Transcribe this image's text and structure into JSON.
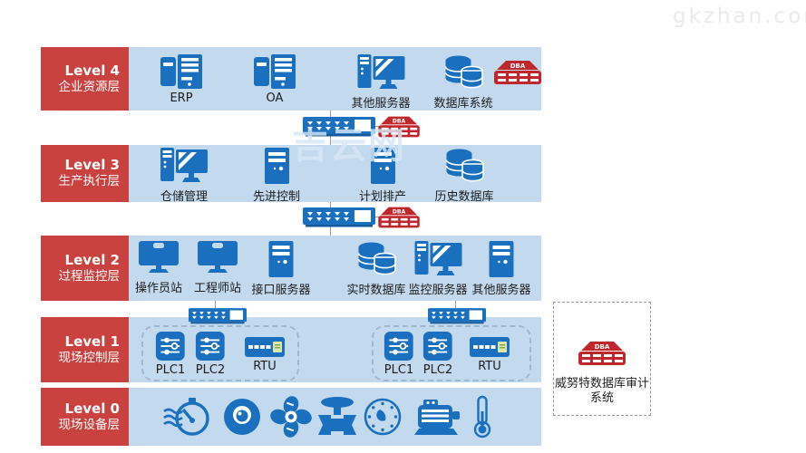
{
  "watermarks": {
    "top_right": "gkzhan.com",
    "center": "吉云网"
  },
  "colors": {
    "level_label_red": "#c9423f",
    "band_blue": "#c3d9ee",
    "icon_blue": "#1a70be",
    "dba_red": "#c0272d"
  },
  "dba_label": "DBA",
  "levels": [
    {
      "title": "Level 4",
      "subtitle": "企业资源层",
      "items": [
        {
          "label": "ERP",
          "icon": "server-pair-icon"
        },
        {
          "label": "OA",
          "icon": "server-pair-icon"
        },
        {
          "label": "其他服务器",
          "icon": "server-monitor-icon"
        },
        {
          "label": "数据库系统",
          "icon": "database-icon"
        },
        {
          "label": "",
          "icon": "dba-appliance-icon"
        }
      ]
    },
    {
      "title": "Level 3",
      "subtitle": "生产执行层",
      "items": [
        {
          "label": "仓储管理",
          "icon": "server-monitor-icon"
        },
        {
          "label": "先进控制",
          "icon": "tower-server-icon"
        },
        {
          "label": "计划排产",
          "icon": "tower-server-icon"
        },
        {
          "label": "历史数据库",
          "icon": "database-icon"
        }
      ]
    },
    {
      "title": "Level 2",
      "subtitle": "过程监控层",
      "items": [
        {
          "label": "操作员站",
          "icon": "monitor-icon"
        },
        {
          "label": "工程师站",
          "icon": "monitor-icon"
        },
        {
          "label": "接口服务器",
          "icon": "tower-server-icon"
        },
        {
          "label": "实时数据库",
          "icon": "database-icon"
        },
        {
          "label": "监控服务器",
          "icon": "server-monitor-icon"
        },
        {
          "label": "其他服务器",
          "icon": "tower-server-icon"
        }
      ]
    },
    {
      "title": "Level 1",
      "subtitle": "现场控制层",
      "groups": [
        {
          "items": [
            {
              "label": "PLC1",
              "icon": "plc-icon"
            },
            {
              "label": "PLC2",
              "icon": "plc-icon"
            },
            {
              "label": "RTU",
              "icon": "rtu-icon"
            }
          ]
        },
        {
          "items": [
            {
              "label": "PLC1",
              "icon": "plc-icon"
            },
            {
              "label": "PLC2",
              "icon": "plc-icon"
            },
            {
              "label": "RTU",
              "icon": "rtu-icon"
            }
          ]
        }
      ]
    },
    {
      "title": "Level 0",
      "subtitle": "现场设备层",
      "devices": [
        "flow-meter-icon",
        "camera-sensor-icon",
        "fan-impeller-icon",
        "valve-icon",
        "pressure-gauge-icon",
        "electric-motor-icon",
        "thermometer-icon"
      ]
    }
  ],
  "network": {
    "switch_icon": "ethernet-switch-icon",
    "dba_icon": "dba-appliance-icon"
  },
  "audit_system": {
    "line1": "威努特数据库审计",
    "line2": "系统"
  }
}
